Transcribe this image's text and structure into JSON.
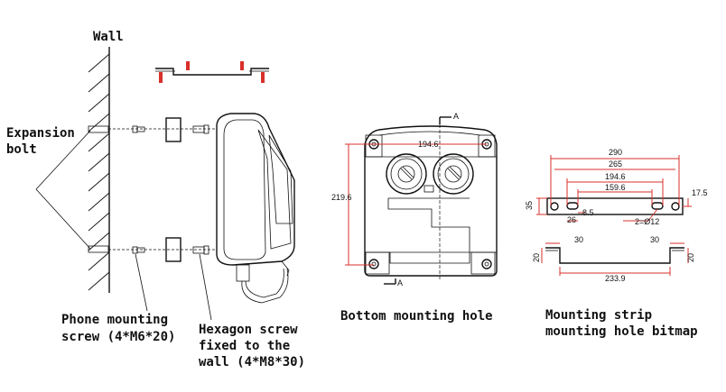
{
  "labels": {
    "wall": "Wall",
    "expansion_line1": "Expansion",
    "expansion_line2": "bolt",
    "phone_screw_line1": "Phone mounting",
    "phone_screw_line2": "screw (4*M6*20)",
    "hex_screw_line1": "Hexagon screw",
    "hex_screw_line2": "fixed to the",
    "hex_screw_line3": "wall (4*M8*30)",
    "bottom_hole": "Bottom mounting hole",
    "strip_line1": "Mounting strip",
    "strip_line2": "mounting hole bitmap"
  },
  "dimensions": {
    "width_194_6": "194.6",
    "height_219_6": "219.6",
    "section_mark": "A",
    "d290": "290",
    "d265": "265",
    "d194_6": "194.6",
    "d159_6": "159.6",
    "d35": "35",
    "d17_5": "17.5",
    "d8_5": "8.5",
    "d26": "26",
    "holes": "2=Ø12",
    "d30_left": "30",
    "d30_right": "30",
    "d20_left": "20",
    "d20_right": "20",
    "d233_9": "233.9"
  },
  "colors": {
    "dimension": "#d9302b",
    "outline": "#111111"
  }
}
